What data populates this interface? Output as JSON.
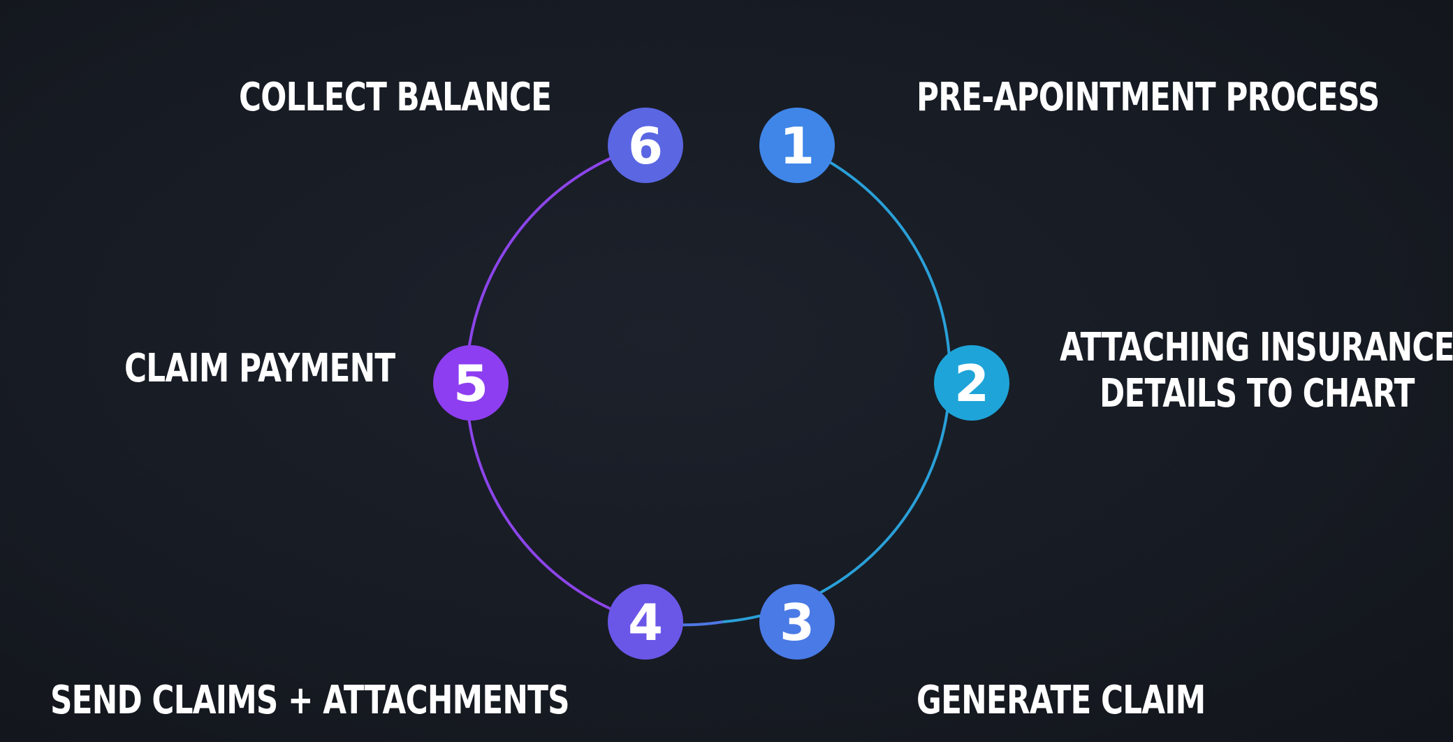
{
  "steps": [
    {
      "number": "1",
      "label": "PRE-APOINTMENT PROCESS",
      "color": "#3f86e8"
    },
    {
      "number": "2",
      "label_lines": [
        "ATTACHING INSURANCE",
        "DETAILS TO CHART"
      ],
      "color": "#1ea4d8"
    },
    {
      "number": "3",
      "label": "GENERATE CLAIM",
      "color": "#4a7ae6"
    },
    {
      "number": "4",
      "label": "SEND CLAIMS + ATTACHMENTS",
      "color": "#6a57e8"
    },
    {
      "number": "5",
      "label": "CLAIM PAYMENT",
      "color": "#8d3ef0"
    },
    {
      "number": "6",
      "label": "COLLECT BALANCE",
      "color": "#5b66e3"
    }
  ],
  "colors": {
    "ring_right": "#2aa0d8",
    "ring_left": "#8c45ea",
    "background": "#181c24",
    "text": "#ffffff"
  }
}
